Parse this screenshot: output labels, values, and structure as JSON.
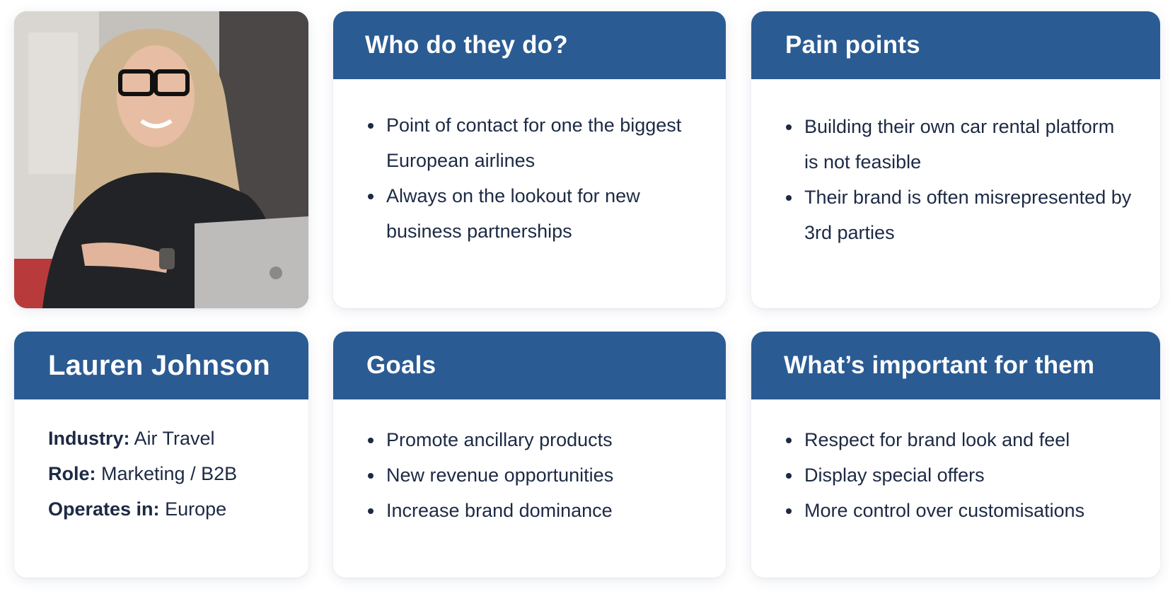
{
  "profile": {
    "name": "Lauren Johnson",
    "fields": [
      {
        "label": "Industry:",
        "value": "Air Travel"
      },
      {
        "label": "Role:",
        "value": "Marketing / B2B"
      },
      {
        "label": "Operates in:",
        "value": "Europe"
      }
    ]
  },
  "who": {
    "title": "Who do they do?",
    "items": [
      "Point of contact for one the biggest European airlines",
      "Always on the lookout for new business partnerships"
    ]
  },
  "pain": {
    "title": "Pain points",
    "items": [
      "Building their own car rental platform is not feasible",
      "Their brand is often misrepresented by 3rd parties"
    ]
  },
  "goals": {
    "title": "Goals",
    "items": [
      "Promote ancillary products",
      "New revenue opportunities",
      "Increase brand dominance"
    ]
  },
  "important": {
    "title": "What’s important for them",
    "items": [
      "Respect for brand look and feel",
      "Display special offers",
      "More control over customisations"
    ]
  },
  "colors": {
    "header_blue": "#2b5b93",
    "text_dark": "#1d2a44"
  }
}
